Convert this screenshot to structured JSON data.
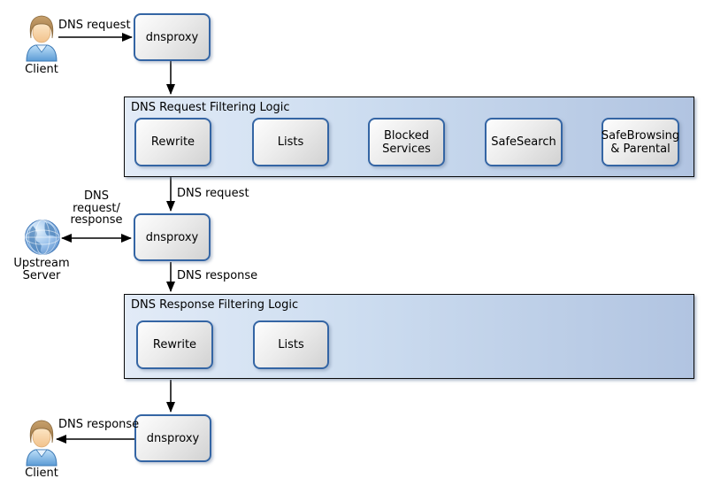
{
  "colors": {
    "node_border": "#3465a4",
    "node_fill_top": "#fdfdfd",
    "node_fill_bottom": "#d2d2d2",
    "container_fill_left": "#e2ebf7",
    "container_fill_right": "#b1c4e1",
    "container_border": "#0a0a0a",
    "arrow": "#000000",
    "text": "#000000"
  },
  "nodes": {
    "client_top": {
      "label": "Client",
      "icon": "person-icon"
    },
    "dnsproxy_top": {
      "label": "dnsproxy"
    },
    "dnsproxy_mid": {
      "label": "dnsproxy"
    },
    "dnsproxy_bottom": {
      "label": "dnsproxy"
    },
    "upstream_server": {
      "label": "Upstream\nServer",
      "icon": "globe-icon"
    },
    "client_bottom": {
      "label": "Client",
      "icon": "person-icon"
    }
  },
  "containers": {
    "request": {
      "title": "DNS Request Filtering Logic",
      "steps": [
        "Rewrite",
        "Lists",
        "Blocked\nServices",
        "SafeSearch",
        "SafeBrowsing\n& Parental"
      ]
    },
    "response": {
      "title": "DNS Response Filtering Logic",
      "steps": [
        "Rewrite",
        "Lists"
      ]
    }
  },
  "edge_labels": {
    "client_to_dnsproxy": "DNS request",
    "request_logic_to_dnsproxy": "DNS request",
    "upstream_exchange": "DNS\nrequest/\nresponse",
    "dnsproxy_to_response_logic": "DNS response",
    "dnsproxy_to_client": "DNS response"
  }
}
